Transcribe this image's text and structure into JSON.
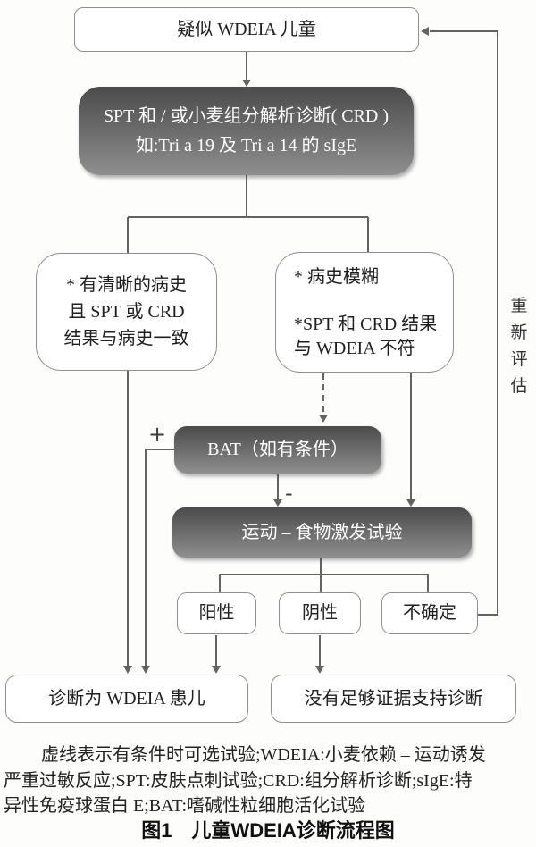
{
  "figure": {
    "type": "flowchart",
    "colors": {
      "dark_node_top": "#4b4b4b",
      "dark_node_bottom": "#8f8f8f",
      "connector_line": "#636363",
      "node_border": "#8f8f8f",
      "text": "#1f1f1f"
    },
    "nodes": {
      "suspect": {
        "label": "疑似 WDEIA 儿童"
      },
      "spt_crd": {
        "line1": "SPT 和 / 或小麦组分解析诊断( CRD )",
        "line2": "如:Tri a 19 及 Tri a 14 的 sIgE"
      },
      "clear_history": {
        "line1": "* 有清晰的病史",
        "line2": "且 SPT 或 CRD",
        "line3": "结果与病史一致"
      },
      "vague_history": {
        "line1": "* 病史模糊",
        "line2": "*SPT 和 CRD 结果",
        "line3": "与 WDEIA 不符"
      },
      "bat": {
        "label": "BAT（如有条件）"
      },
      "challenge": {
        "label": "运动 – 食物激发试验"
      },
      "positive": {
        "label": "阳性"
      },
      "negative": {
        "label": "阴性"
      },
      "uncertain": {
        "label": "不确定"
      },
      "diagnosed": {
        "label": "诊断为 WDEIA 患儿"
      },
      "insufficient": {
        "label": "没有足够证据支持诊断"
      }
    },
    "edge_labels": {
      "plus": "+",
      "minus": "-",
      "reassess": "重新评估"
    }
  },
  "caption": {
    "line1": "虚线表示有条件时可选试验;WDEIA:小麦依赖 – 运动诱发",
    "line2": "严重过敏反应;SPT:皮肤点刺试验;CRD:组分解析诊断;sIgE:特",
    "line3": "异性免疫球蛋白 E;BAT:嗜碱性粒细胞活化试验",
    "figure_title": "图1　儿童WDEIA诊断流程图"
  }
}
